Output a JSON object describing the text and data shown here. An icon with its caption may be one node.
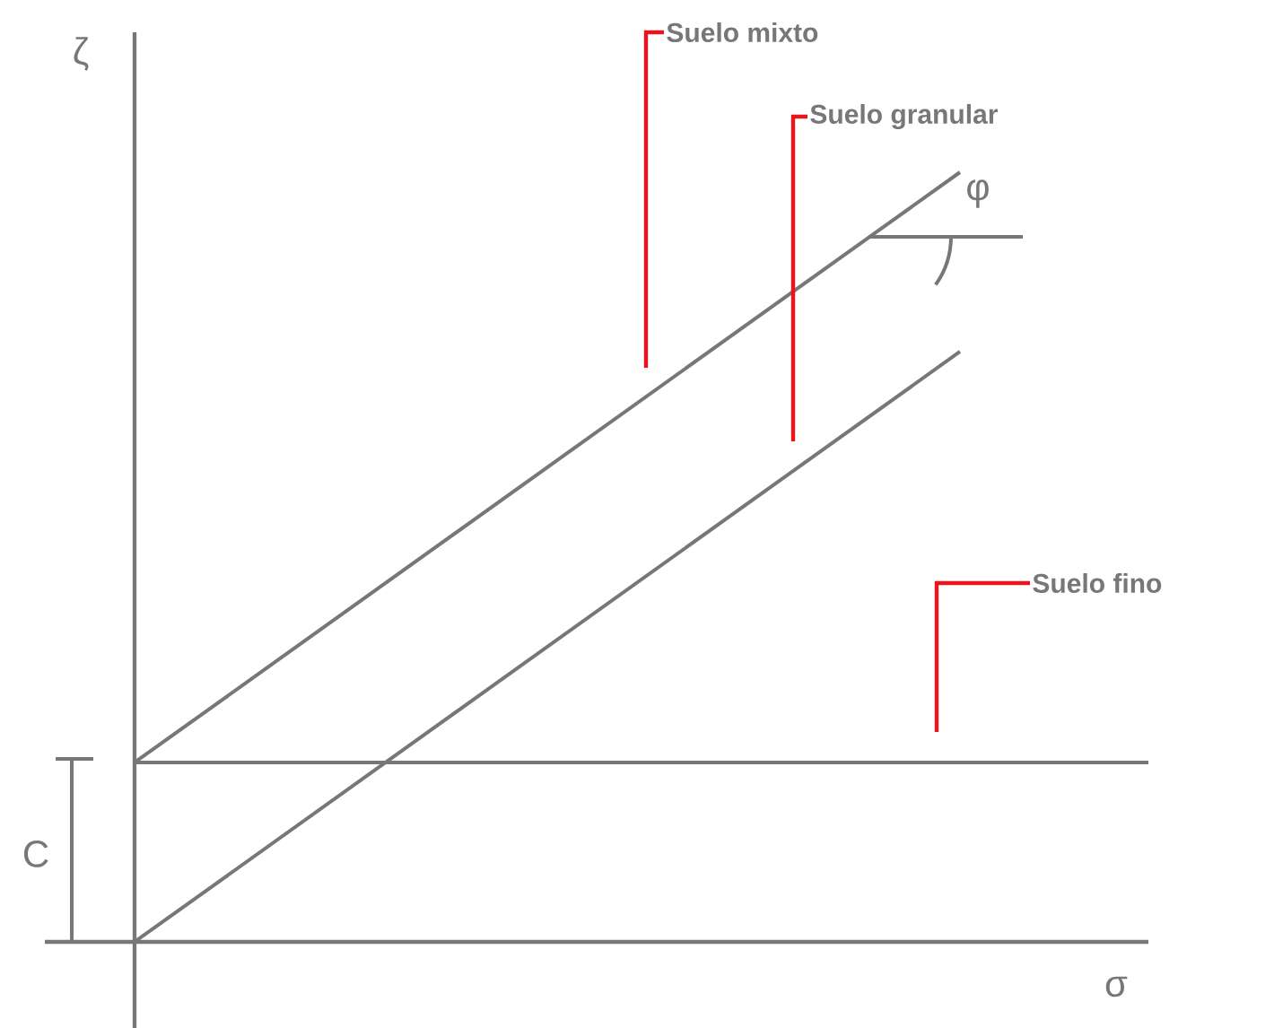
{
  "diagram": {
    "nodes": [
      {
        "text": [
          "Suelo mixto"
        ]
      },
      {
        "text": [
          "Suelo granular"
        ]
      },
      {
        "text": [
          "Suelo fino"
        ]
      }
    ],
    "edges": [
      {
        "from": 0,
        "to": null,
        "arrow": "none"
      },
      {
        "from": 1,
        "to": null,
        "arrow": "none"
      },
      {
        "from": 2,
        "to": null,
        "arrow": "none"
      }
    ],
    "labels": [
      "ζ",
      "φ",
      "C",
      "σ"
    ]
  }
}
